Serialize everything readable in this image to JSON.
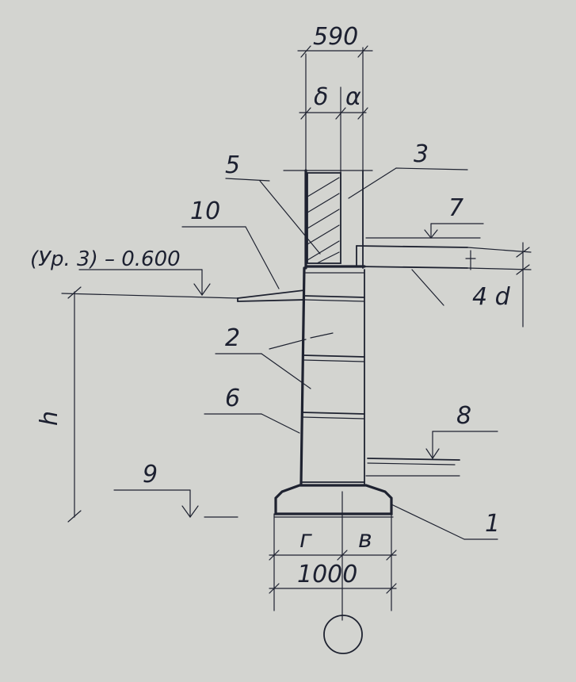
{
  "dimensions": {
    "top_width": "590",
    "top_left": "δ",
    "top_right": "α",
    "right_vertical": "4 d",
    "bottom_left": "г",
    "bottom_right": "в",
    "bottom_total": "1000",
    "depth": "h"
  },
  "level_label": "(Ур. 3) – 0.600",
  "callouts": {
    "c1": "1",
    "c2": "2",
    "c3": "3",
    "c5": "5",
    "c6": "6",
    "c7": "7",
    "c8": "8",
    "c9": "9",
    "c10": "10"
  }
}
